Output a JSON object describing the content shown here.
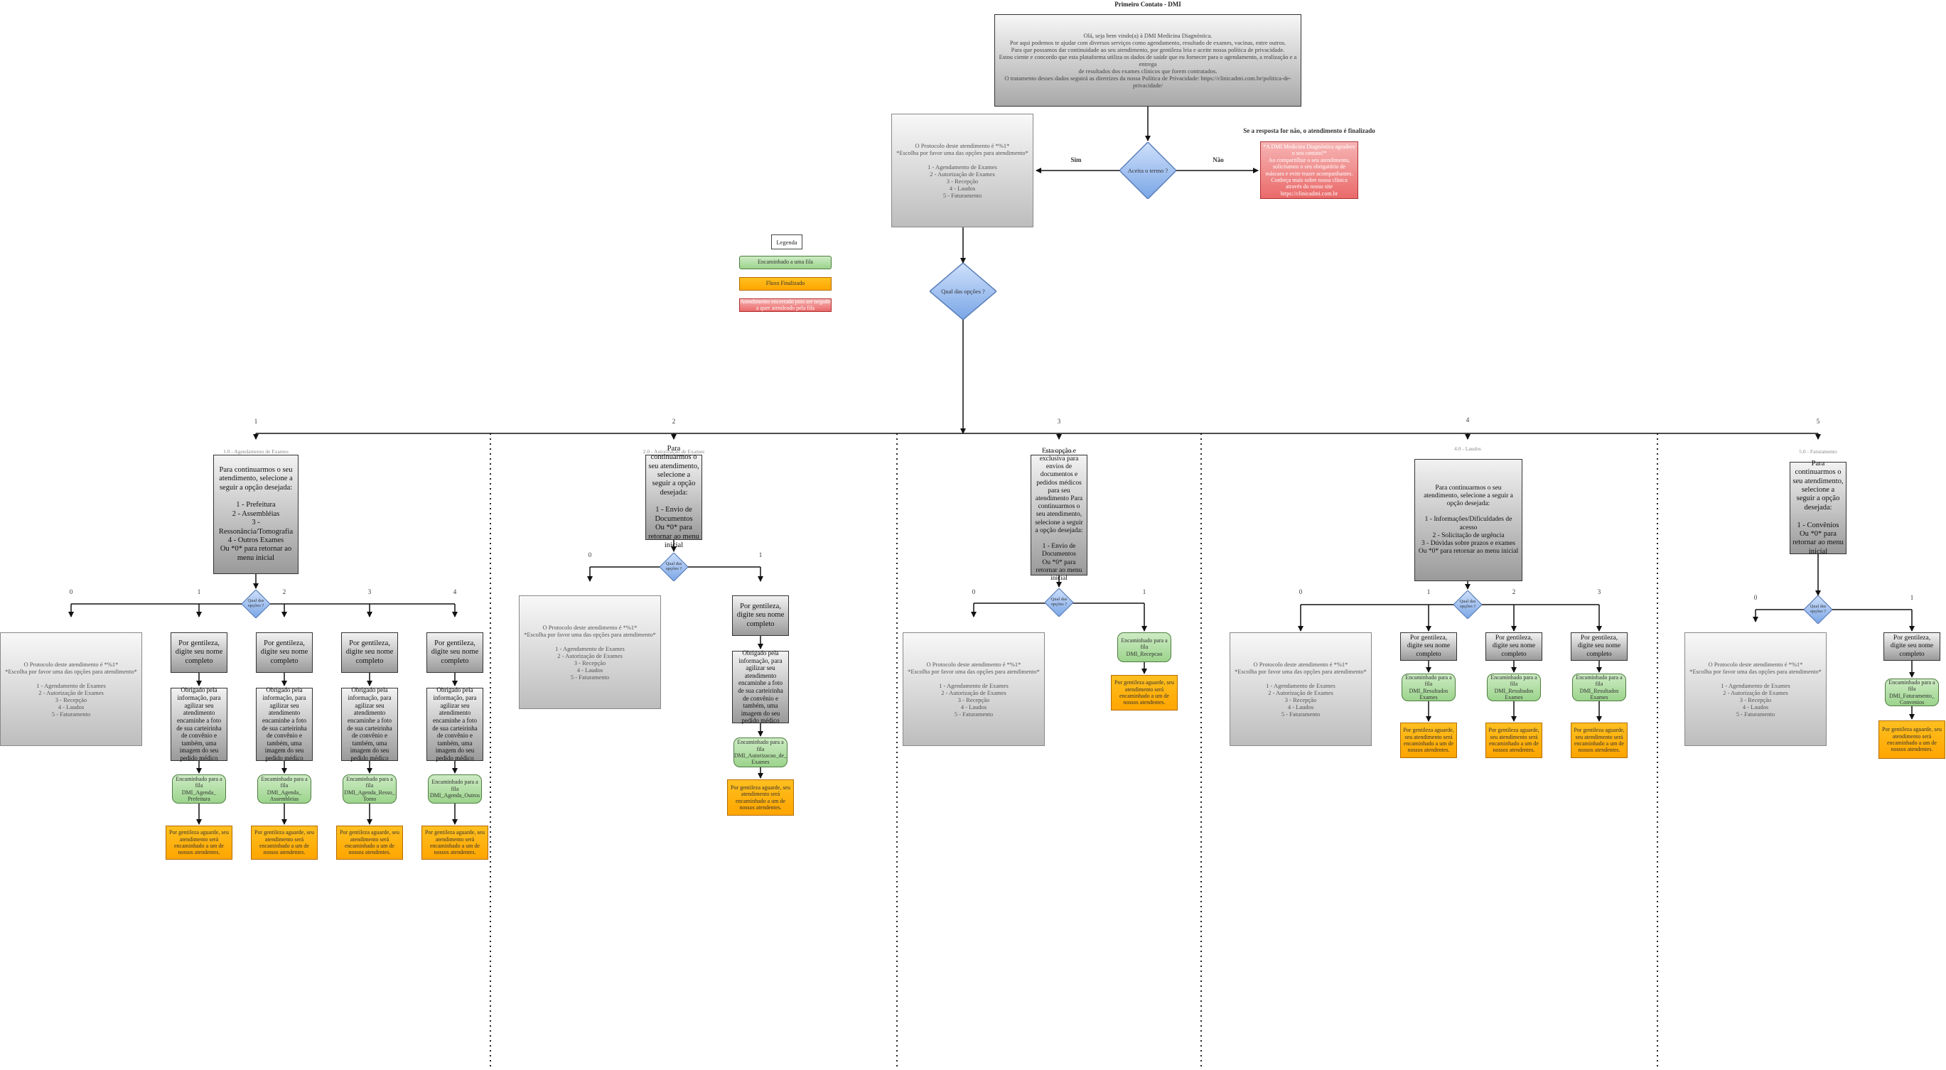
{
  "title": "Primeiro Contato - DMI",
  "intro_text": "Olá, seja bem vindo(a) à DMI Medicina Diagnóstica.\nPor aqui podemos te ajudar com diversos serviços como agendamento, resultado de exames, vacinas, entre outros.\nPara que possamos dar continuidade ao seu atendimento, por gentileza leia e aceite nossa política de privacidade.\nEstou ciente e concordo que esta plataforma utiliza os dados de saúde que eu fornecer para o agendamento, a realização e a entrega\nde resultados dos exames clínicos que forem contratados.\nO tratamento desses dados seguirá as diretrizes da nossa Política de Privacidade: https://clinicadmi.com.br/politica-de-privacidade/",
  "accept_question": "Aceita o termo ?",
  "yes_label": "Sim",
  "no_label": "Não",
  "refusal_heading": "Se a resposta for não, o atendimento é finalizado",
  "refusal_text": "*A DMI Medicina Diagnóstica agradece o seu contato!*\nAo compartilhar o seu atendimento, solicitamos o seu obrigatório de máscara e evite trazer acompanhantes.\nConheça mais sobre nossa clínica através do nosso site https://clinicadmi.com.br",
  "protocol_menu_text": "O Protocolo deste atendimento é *%1*\n*Escolha por favor uma das opções para atendimento*\n\n1 - Agendamento de Exames\n2 - Autorização de Exames\n3 - Recepção\n4 - Laudos\n5 - Faturamento",
  "options_question": "Qual das opções ?",
  "legend": {
    "title": "Legenda",
    "queue": "Encaminhado a uma fila",
    "finished": "Fluxo Finalizado",
    "refused": "Atendimento encerrado pois ser negado a quer atendeado pela fila"
  },
  "branch_numbers": [
    "1",
    "2",
    "3",
    "4",
    "5"
  ],
  "section_titles": [
    "1.0 - Agendamento de Exames",
    "2.0 - Autorização de Exames",
    "3.0 Recepção",
    "4.0 - Laudos",
    "5.0 - Faturamento"
  ],
  "which_option_short": "Qual das opções ?",
  "ask_name": "Por gentileza, digite seu nome completo",
  "upload_request": "Obrigado pela informação, para agilizar seu atendimento encaminhe a foto de sua carteirinha de convênio e também, uma imagem do seu pedido médico",
  "wait_text": "Por gentileza aguarde, seu atendimento será encaminhado a um de nossos atendentes.",
  "s1": {
    "menu": "Para continuarmos o seu atendimento, selecione a seguir a opção desejada:\n\n1 - Prefeitura\n2 - Assembléias\n3 - Ressonância/Tomografia\n4 - Outros Exames\nOu *0* para retornar ao menu inicial",
    "options": [
      "0",
      "1",
      "2",
      "3",
      "4"
    ],
    "queues": [
      "Encaminhado para a fila\nDMI_Agenda_\nPrefeitura",
      "Encaminhado para a fila\nDMI_Agenda_\nAssembleias",
      "Encaminhado para a fila\nDMI_Agenda_Resso_\nTomo",
      "Encaminhado para a fila\nDMI_Agenda_Outros"
    ]
  },
  "s2": {
    "menu": "Para continuarmos o seu atendimento, selecione a seguir a opção desejada:\n\n1 - Envio de Documentos\nOu *0* para retornar ao menu inicial",
    "options": [
      "0",
      "1"
    ],
    "queue": "Encaminhado para a fila\nDMI_Autorizacao_de_\nExames"
  },
  "s3": {
    "menu": "Esta opção e exclusiva para envios de documentos e pedidos médicos para seu atendimento Para continuarmos o seu atendimento, selecione a seguir a opção desejada:\n\n1 - Envio de Documentos\nOu *0* para retornar ao menu inicial",
    "options": [
      "0",
      "1"
    ],
    "queue": "Encaminhado para a fila\nDMI_Recepcao"
  },
  "s4": {
    "menu": "Para continuarmos o seu atendimento, selecione a seguir a opção desejada:\n\n1 - Informações/Dificuldades de acesso\n2 - Solicitação de urgência\n3 - Dúvidas sobre prazos e exames\nOu *0* para retornar ao menu inicial",
    "options": [
      "0",
      "1",
      "2",
      "3"
    ],
    "queues": [
      "Encaminhado para a fila\nDMI_Resultados\nExames",
      "Encaminhado para a fila\nDMI_Resultados\nExames",
      "Encaminhado para a fila\nDMI_Resultados\nExames"
    ]
  },
  "s5": {
    "menu": "Para continuarmos o seu atendimento, selecione a seguir a opção desejada:\n\n1 - Convênios\nOu *0* para retornar ao menu inicial",
    "options": [
      "0",
      "1"
    ],
    "queue": "Encaminhado para a fila\nDMI_Faturamento_\nConvenios"
  },
  "colors": {
    "queue_green": "#9cd48c",
    "finished_orange": "#ffa500",
    "refused_red": "#ea6a6a",
    "diamond_blue": "#7aa6e6",
    "box_gray": "#a8a8a8"
  }
}
